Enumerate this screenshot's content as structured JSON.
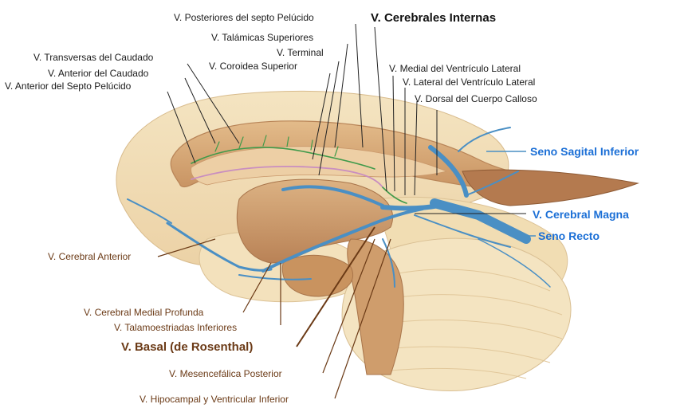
{
  "labels": {
    "posteriores_septo": "V. Posteriores del septo Pelúcido",
    "cerebrales_internas": "V. Cerebrales Internas",
    "talamicas_superiores": "V. Talámicas Superiores",
    "transversas_caudado": "V. Transversas del Caudado",
    "terminal": "V. Terminal",
    "coroidea_superior": "V. Coroidea Superior",
    "anterior_caudado": "V. Anterior del Caudado",
    "anterior_septo": "V. Anterior del Septo Pelúcido",
    "medial_ventriculo": "V. Medial del Ventrículo Lateral",
    "lateral_ventriculo": "V. Lateral del Ventrículo Lateral",
    "dorsal_cuerpo_calloso": "V. Dorsal del Cuerpo Calloso",
    "seno_sagital_inferior": "Seno Sagital Inferior",
    "cerebral_magna": "V. Cerebral Magna",
    "seno_recto": "Seno Recto",
    "cerebral_anterior": "V. Cerebral Anterior",
    "cerebral_medial_profunda": "V. Cerebral Medial Profunda",
    "talamoestriadas_inferiores": "V. Talamoestriadas Inferiores",
    "basal_rosenthal": "V. Basal (de Rosenthal)",
    "mesencefalica_posterior": "V. Mesencefálica Posterior",
    "hipocampal_ventricular": "V. Hipocampal y Ventricular Inferior"
  },
  "colors": {
    "vein_blue": "#4a8fc4",
    "deep_vein_green": "#3f9a4a",
    "septal_vein_pink": "#c98ec0",
    "label_black": "#1a1a1a",
    "label_brown": "#6b3a16",
    "label_blue": "#1b6fd6",
    "tissue_light": "#f2e0b8",
    "tissue_mid": "#d9b07e",
    "tissue_dark": "#b98256"
  }
}
